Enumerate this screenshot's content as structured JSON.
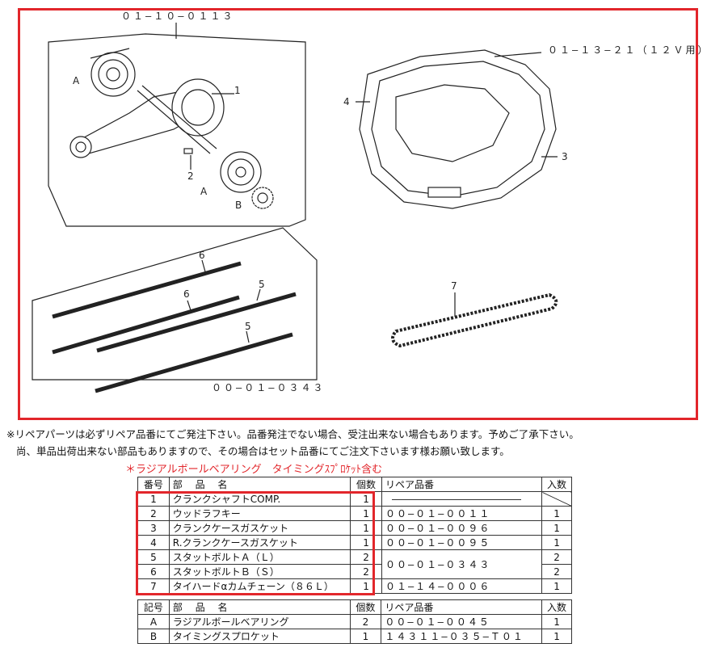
{
  "diagram": {
    "crank_set_code": "０１—１０—０１１３",
    "gasket_set_code": "０１—１３—２１（１２Ｖ用）",
    "bolt_set_code": "００—０１—０３４３",
    "callouts": {
      "label_1": "1",
      "label_2": "2",
      "label_3": "3",
      "label_4": "4",
      "label_5a": "5",
      "label_5b": "5",
      "label_6a": "6",
      "label_6b": "6",
      "label_7": "7",
      "label_A1": "A",
      "label_A2": "A",
      "label_B": "B"
    }
  },
  "notes": {
    "line1": "※リペアパーツは必ずリペア品番にてご発注下さい。品番発注でない場合、受注出来ない場合もあります。予めご了承下さい。",
    "line2": "尚、単品出荷出来ない部品もありますので、その場合はセット品番にてご注文下さいます様お願い致します。",
    "red_note": "＊ラジアルボールベアリング　タイミングｽﾌﾟﾛｹｯﾄ含む"
  },
  "parts_table": {
    "headers": {
      "no": "番号",
      "name": "部 品 名",
      "qty": "個数",
      "repair": "リペア品番",
      "in_qty": "入数"
    },
    "rows": [
      {
        "no": "1",
        "name": "クランクシャフトCOMP.",
        "qty": "1",
        "repair": "",
        "in_qty": ""
      },
      {
        "no": "2",
        "name": "ウッドラフキー",
        "qty": "1",
        "repair": "００—０１—００１１",
        "in_qty": "1"
      },
      {
        "no": "3",
        "name": "クランクケースガスケット",
        "qty": "1",
        "repair": "００—０１—００９６",
        "in_qty": "1"
      },
      {
        "no": "4",
        "name": "R.クランクケースガスケット",
        "qty": "1",
        "repair": "００—０１—００９５",
        "in_qty": "1"
      },
      {
        "no": "5",
        "name": "スタットボルトＡ（Ｌ）",
        "qty": "2",
        "repair": "００—０１—０３４３",
        "in_qty": "2"
      },
      {
        "no": "6",
        "name": "スタットボルトＢ（Ｓ）",
        "qty": "2",
        "repair": "",
        "in_qty": "2"
      },
      {
        "no": "7",
        "name": "タイハードαカムチェーン（８６Ｌ）",
        "qty": "1",
        "repair": "０１—１４—０００６",
        "in_qty": "1"
      }
    ]
  },
  "symbol_table": {
    "headers": {
      "no": "記号",
      "name": "部 品 名",
      "qty": "個数",
      "repair": "リペア品番",
      "in_qty": "入数"
    },
    "rows": [
      {
        "no": "A",
        "name": "ラジアルボールベアリング",
        "qty": "2",
        "repair": "００—０１—００４５",
        "in_qty": "1"
      },
      {
        "no": "B",
        "name": "タイミングスプロケット",
        "qty": "1",
        "repair": "１４３１１—０３５—Ｔ０１",
        "in_qty": "1"
      }
    ]
  },
  "colors": {
    "highlight": "#e2262b",
    "line": "#333333"
  }
}
